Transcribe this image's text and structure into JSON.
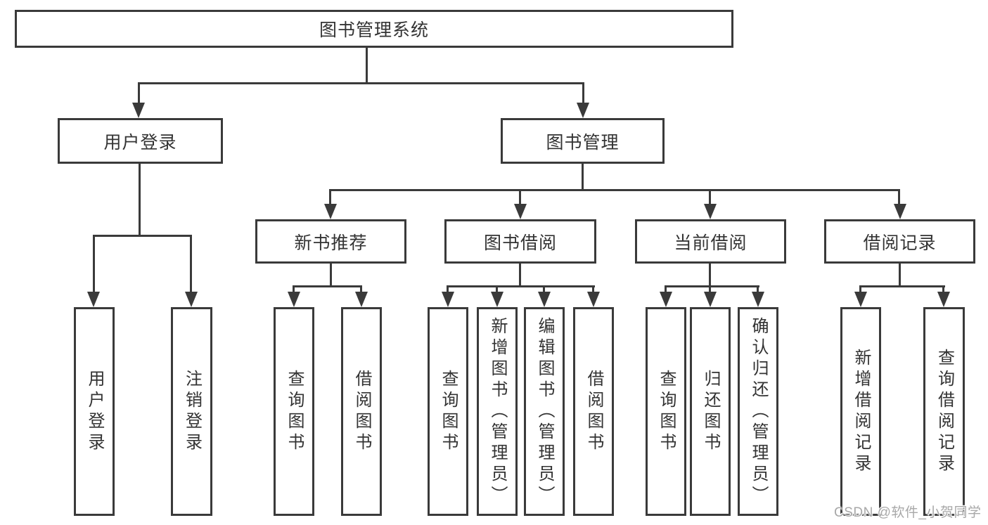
{
  "colors": {
    "line": "#3a3a3a",
    "text": "#333333",
    "background": "#ffffff",
    "watermark": "#a8a8a8"
  },
  "watermark": {
    "text": "CSDN @软件_小贺同学"
  },
  "tree": {
    "root": {
      "label": "图书管理系统"
    },
    "branches": [
      {
        "label": "用户登录",
        "children": [
          {
            "label": "用户登录"
          },
          {
            "label": "注销登录"
          }
        ]
      },
      {
        "label": "图书管理",
        "children": [
          {
            "label": "新书推荐",
            "children": [
              {
                "label": "查询图书"
              },
              {
                "label": "借阅图书"
              }
            ]
          },
          {
            "label": "图书借阅",
            "children": [
              {
                "label": "查询图书"
              },
              {
                "label": "新增图书（管理员）"
              },
              {
                "label": "编辑图书（管理员）"
              },
              {
                "label": "借阅图书"
              }
            ]
          },
          {
            "label": "当前借阅",
            "children": [
              {
                "label": "查询图书"
              },
              {
                "label": "归还图书"
              },
              {
                "label": "确认归还（管理员）"
              }
            ]
          },
          {
            "label": "借阅记录",
            "children": [
              {
                "label": "新增借阅记录"
              },
              {
                "label": "查询借阅记录"
              }
            ]
          }
        ]
      }
    ]
  }
}
